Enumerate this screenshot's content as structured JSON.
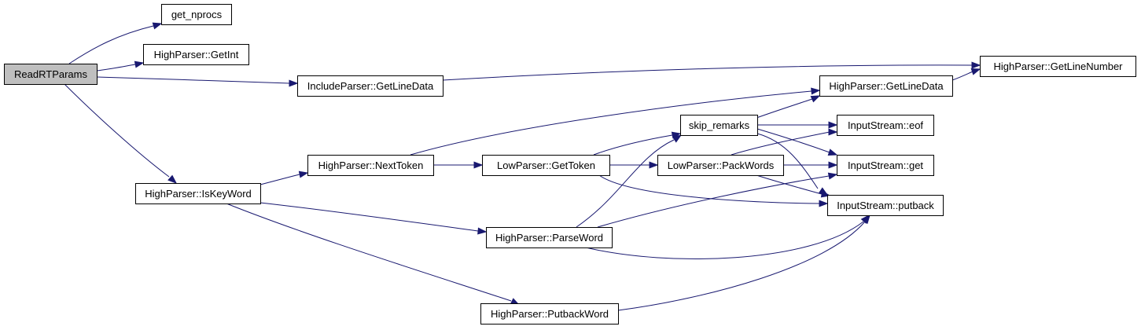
{
  "graph": {
    "nodes": [
      {
        "id": "readrtparams",
        "label": "ReadRTParams",
        "root": true
      },
      {
        "id": "get_nprocs",
        "label": "get_nprocs"
      },
      {
        "id": "hp_getint",
        "label": "HighParser::GetInt"
      },
      {
        "id": "ip_getlinedata",
        "label": "IncludeParser::GetLineData"
      },
      {
        "id": "hp_getlinenumber",
        "label": "HighParser::GetLineNumber"
      },
      {
        "id": "hp_getlinedata",
        "label": "HighParser::GetLineData"
      },
      {
        "id": "skip_remarks",
        "label": "skip_remarks"
      },
      {
        "id": "is_eof",
        "label": "InputStream::eof"
      },
      {
        "id": "hp_iskeyword",
        "label": "HighParser::IsKeyWord"
      },
      {
        "id": "hp_nexttoken",
        "label": "HighParser::NextToken"
      },
      {
        "id": "lp_gettoken",
        "label": "LowParser::GetToken"
      },
      {
        "id": "lp_packwords",
        "label": "LowParser::PackWords"
      },
      {
        "id": "is_get",
        "label": "InputStream::get"
      },
      {
        "id": "is_putback",
        "label": "InputStream::putback"
      },
      {
        "id": "hp_parseword",
        "label": "HighParser::ParseWord"
      },
      {
        "id": "hp_putbackword",
        "label": "HighParser::PutbackWord"
      }
    ],
    "edges": [
      {
        "from": "readrtparams",
        "to": "get_nprocs"
      },
      {
        "from": "readrtparams",
        "to": "hp_getint"
      },
      {
        "from": "readrtparams",
        "to": "ip_getlinedata"
      },
      {
        "from": "readrtparams",
        "to": "hp_iskeyword"
      },
      {
        "from": "ip_getlinedata",
        "to": "hp_getlinenumber"
      },
      {
        "from": "hp_getlinedata",
        "to": "hp_getlinenumber"
      },
      {
        "from": "hp_iskeyword",
        "to": "hp_nexttoken"
      },
      {
        "from": "hp_iskeyword",
        "to": "hp_parseword"
      },
      {
        "from": "hp_iskeyword",
        "to": "hp_putbackword"
      },
      {
        "from": "hp_nexttoken",
        "to": "hp_getlinedata"
      },
      {
        "from": "hp_nexttoken",
        "to": "lp_gettoken"
      },
      {
        "from": "lp_gettoken",
        "to": "skip_remarks"
      },
      {
        "from": "lp_gettoken",
        "to": "lp_packwords"
      },
      {
        "from": "lp_gettoken",
        "to": "is_putback"
      },
      {
        "from": "skip_remarks",
        "to": "hp_getlinedata"
      },
      {
        "from": "skip_remarks",
        "to": "is_eof"
      },
      {
        "from": "skip_remarks",
        "to": "is_get"
      },
      {
        "from": "skip_remarks",
        "to": "is_putback"
      },
      {
        "from": "lp_packwords",
        "to": "is_eof"
      },
      {
        "from": "lp_packwords",
        "to": "is_get"
      },
      {
        "from": "lp_packwords",
        "to": "is_putback"
      },
      {
        "from": "hp_parseword",
        "to": "skip_remarks"
      },
      {
        "from": "hp_parseword",
        "to": "is_get"
      },
      {
        "from": "hp_parseword",
        "to": "is_putback"
      },
      {
        "from": "hp_putbackword",
        "to": "is_putback"
      }
    ]
  }
}
